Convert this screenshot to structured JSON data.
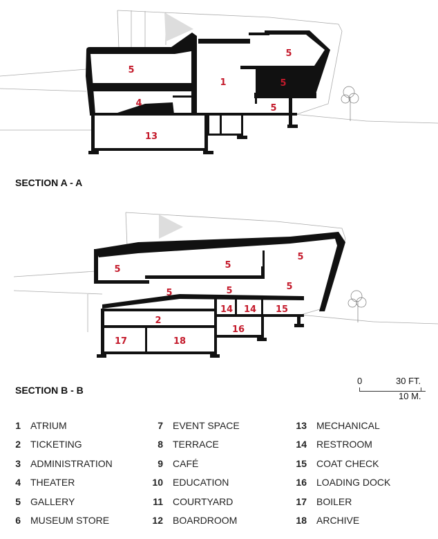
{
  "sections": [
    {
      "title": "SECTION A - A",
      "labels": [
        "5",
        "4",
        "13",
        "1",
        "5",
        "5",
        "5"
      ]
    },
    {
      "title": "SECTION B - B",
      "labels": [
        "5",
        "5",
        "5",
        "5",
        "5",
        "5",
        "14",
        "14",
        "15",
        "2",
        "16",
        "17",
        "18"
      ]
    }
  ],
  "scale": {
    "zero": "0",
    "feet": "30 FT.",
    "meters": "10 M."
  },
  "legend": [
    {
      "num": "1",
      "name": "ATRIUM"
    },
    {
      "num": "2",
      "name": "TICKETING"
    },
    {
      "num": "3",
      "name": "ADMINISTRATION"
    },
    {
      "num": "4",
      "name": "THEATER"
    },
    {
      "num": "5",
      "name": "GALLERY"
    },
    {
      "num": "6",
      "name": "MUSEUM STORE"
    },
    {
      "num": "7",
      "name": "EVENT SPACE"
    },
    {
      "num": "8",
      "name": "TERRACE"
    },
    {
      "num": "9",
      "name": "CAFÉ"
    },
    {
      "num": "10",
      "name": "EDUCATION"
    },
    {
      "num": "11",
      "name": "COURTYARD"
    },
    {
      "num": "12",
      "name": "BOARDROOM"
    },
    {
      "num": "13",
      "name": "MECHANICAL"
    },
    {
      "num": "14",
      "name": "RESTROOM"
    },
    {
      "num": "15",
      "name": "COAT CHECK"
    },
    {
      "num": "16",
      "name": "LOADING DOCK"
    },
    {
      "num": "17",
      "name": "BOILER"
    },
    {
      "num": "18",
      "name": "ARCHIVE"
    }
  ],
  "colors": {
    "label": "#c41a2b",
    "wall": "#111111",
    "line": "#9a9a9a"
  }
}
